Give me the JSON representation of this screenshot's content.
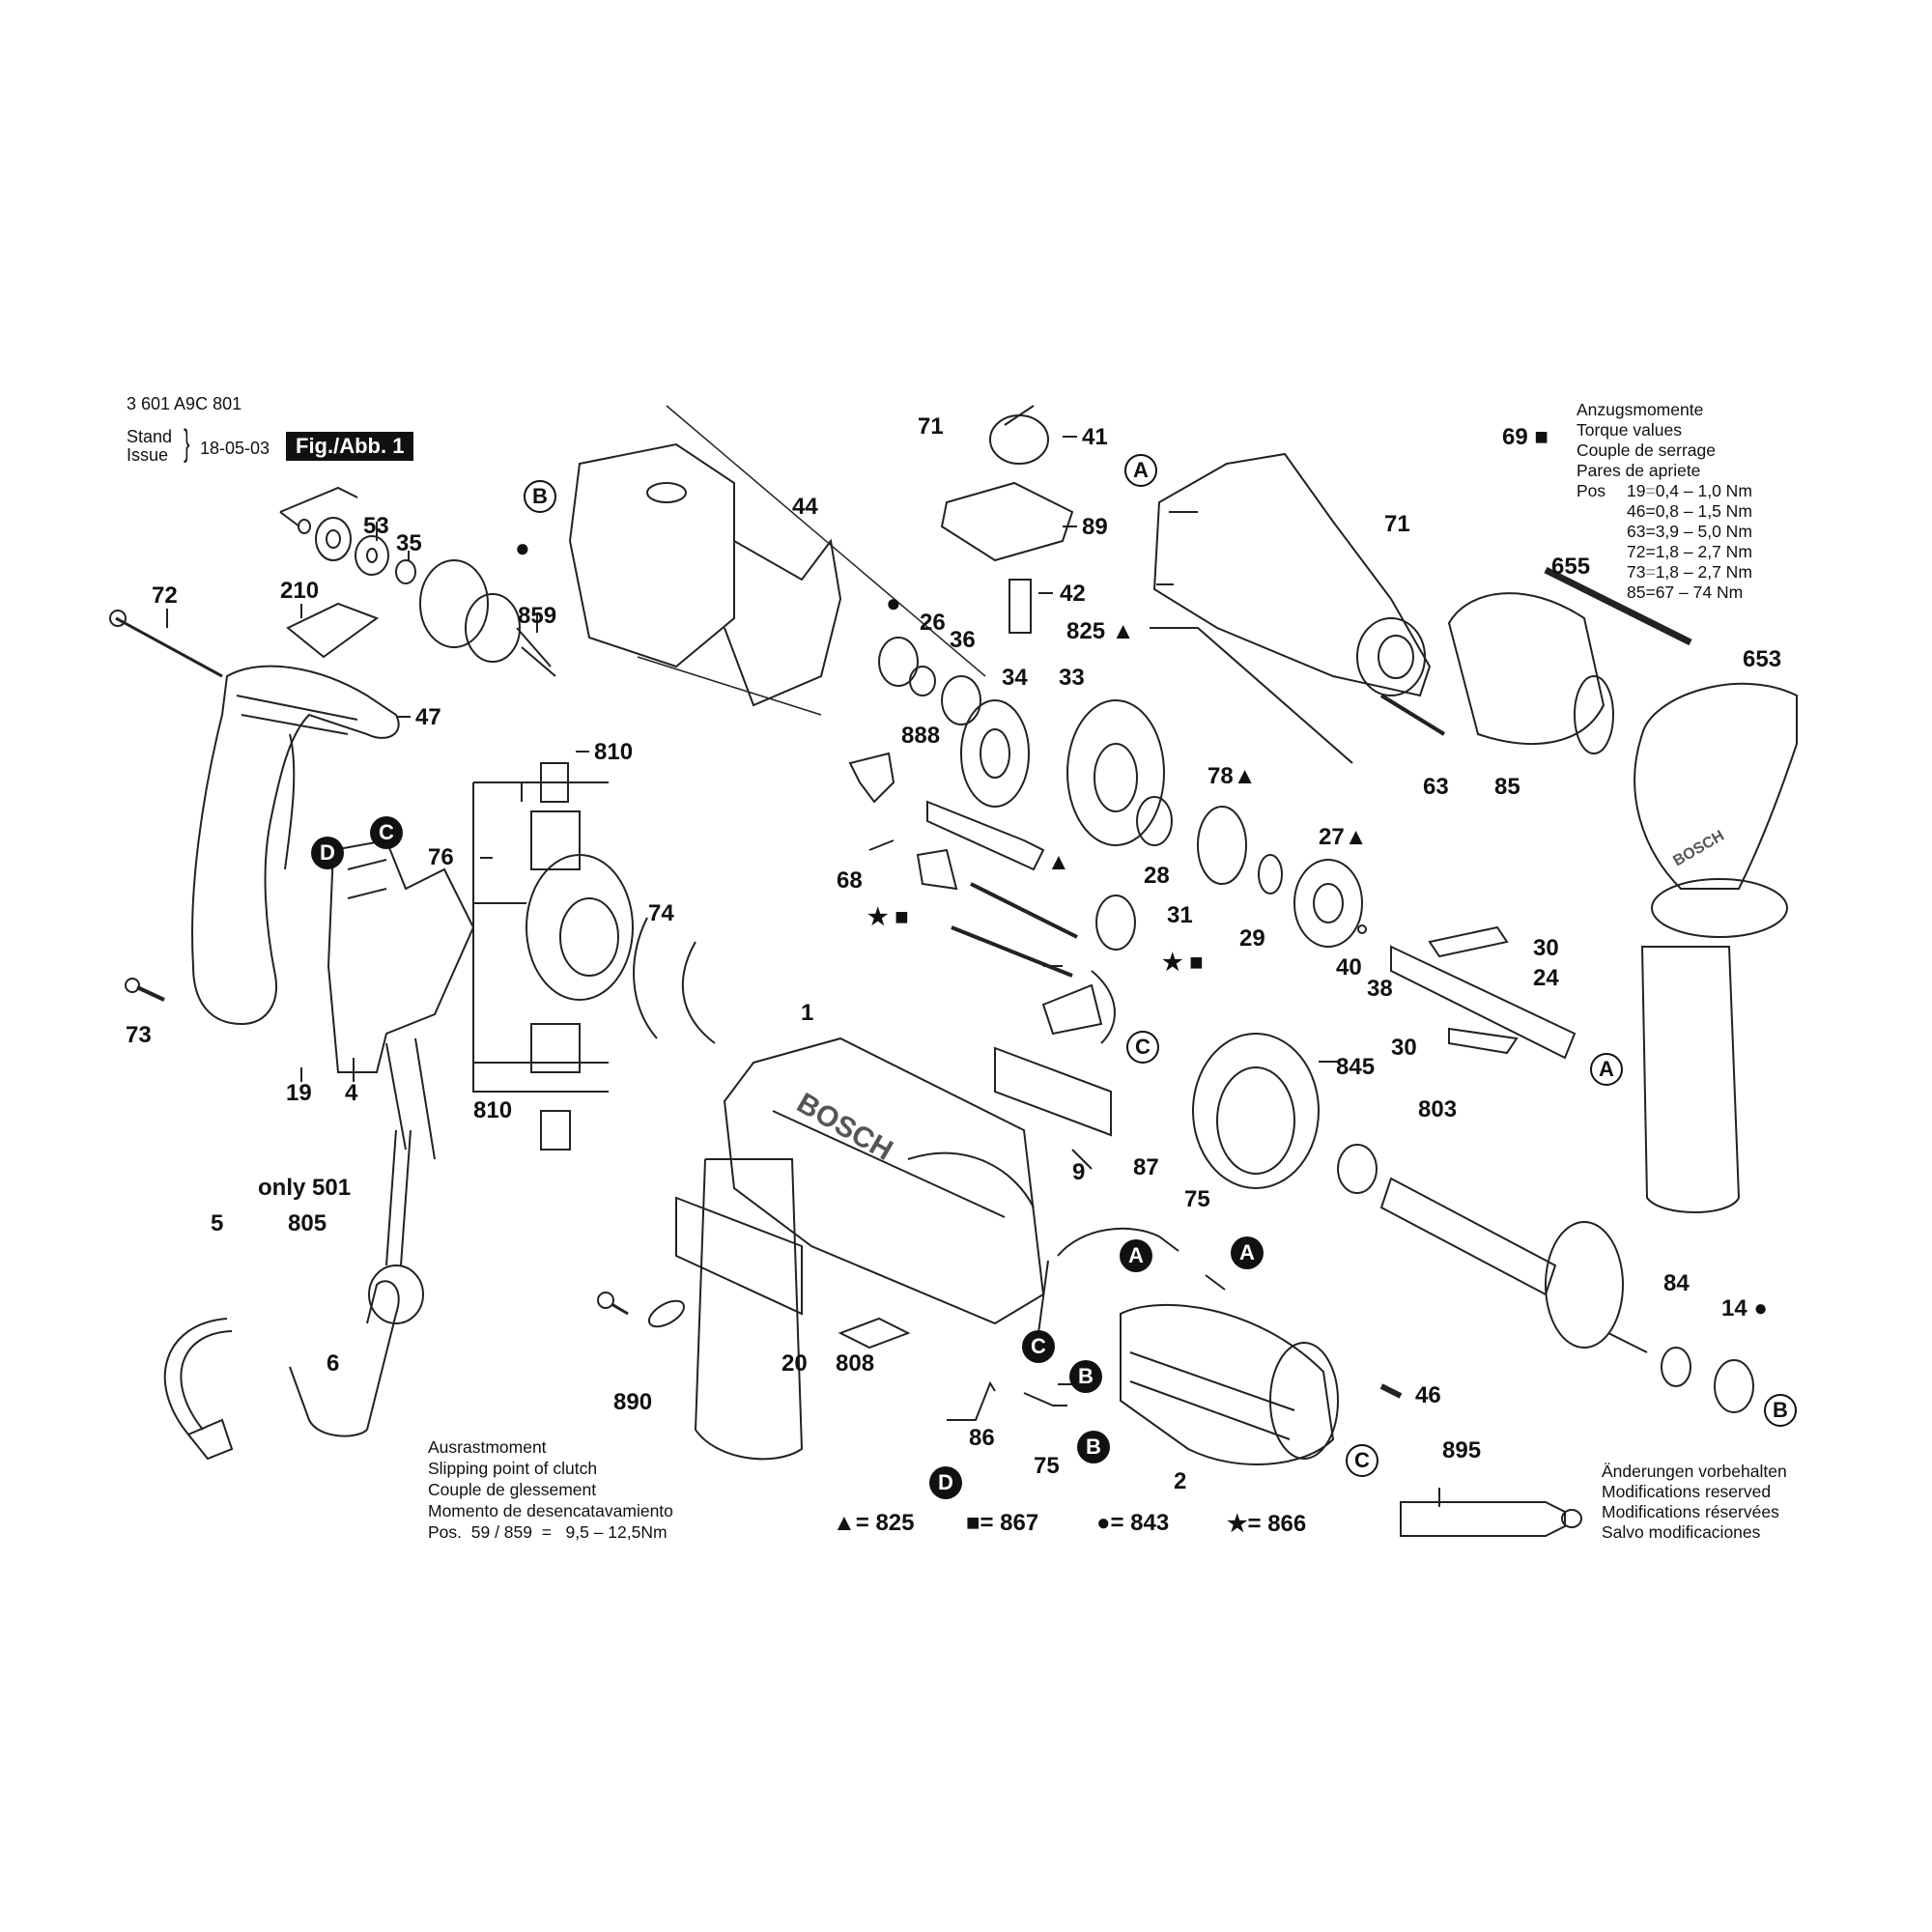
{
  "header": {
    "part_number": "3 601 A9C 801",
    "stand_label": "Stand",
    "issue_label": "Issue",
    "date": "18-05-03",
    "figure": "Fig./Abb. 1"
  },
  "torque": {
    "title_lines": [
      "Anzugsmomente",
      "Torque values",
      "Couple de serrage",
      "Pares de apriete"
    ],
    "pos_label": "Pos",
    "rows": [
      {
        "pos": "19",
        "eq": "=",
        "range": "0,4 – 1,0 Nm"
      },
      {
        "pos": "46",
        "eq": "=",
        "range": "0,8 – 1,5 Nm"
      },
      {
        "pos": "63",
        "eq": "=",
        "range": "3,9 – 5,0 Nm"
      },
      {
        "pos": "72",
        "eq": "=",
        "range": "1,8 – 2,7 Nm"
      },
      {
        "pos": "73",
        "eq": "=",
        "range": "1,8 – 2,7 Nm"
      },
      {
        "pos": "85",
        "eq": "=",
        "range": "67 – 74 Nm"
      }
    ]
  },
  "clutch": {
    "lines": [
      "Ausrastmoment",
      "Slipping point of clutch",
      "Couple de glessement",
      "Momento de desencatavamiento"
    ],
    "pos_line": "Pos.  59 / 859  =   9,5 – 12,5Nm"
  },
  "legend": [
    {
      "symbol": "▲",
      "value": "= 825"
    },
    {
      "symbol": "■",
      "value": "= 867"
    },
    {
      "symbol": "●",
      "value": "= 843"
    },
    {
      "symbol": "★",
      "value": "= 866"
    }
  ],
  "notice": [
    "Änderungen vorbehalten",
    "Modifications reserved",
    "Modifications réservées",
    "Salvo modificaciones"
  ],
  "only_note": "only 501",
  "brand_text": "BOSCH",
  "part_labels": {
    "p72": "72",
    "p210": "210",
    "p53": "53",
    "p35": "35",
    "p859": "859",
    "p47": "47",
    "p73": "73",
    "p19": "19",
    "p4": "4",
    "p810a": "810",
    "p810b": "810",
    "p76": "76",
    "p74": "74",
    "p44": "44",
    "p26": "26",
    "p36": "36",
    "p34": "34",
    "p33": "33",
    "p888": "888",
    "p68": "68",
    "p68sym": "★ ■",
    "p71a": "71",
    "p41": "41",
    "p89": "89",
    "p42": "42",
    "p825": "825 ▲",
    "p69": "69 ■",
    "p71b": "71",
    "p655": "655",
    "p653": "653",
    "p63": "63",
    "p85": "85",
    "p78": "78▲",
    "p27": "27▲",
    "p28": "28",
    "p29": "29",
    "p31": "31",
    "p40": "40",
    "p38": "38",
    "p30a": "30",
    "p24": "24",
    "p30b": "30",
    "p845": "845",
    "p803": "803",
    "p1": "1",
    "p9": "9",
    "p87": "87",
    "p75a": "75",
    "p20": "20",
    "p808": "808",
    "p890": "890",
    "p5": "5",
    "p805": "805",
    "p6": "6",
    "p86": "86",
    "p75b": "75",
    "p2": "2",
    "p46": "46",
    "p84": "84",
    "p14": "14 ●",
    "p895": "895",
    "rod_tri": "▲",
    "fork_sym": "★ ■"
  },
  "callouts": {
    "B_top": "B",
    "C_switch": "C",
    "D_switch": "D",
    "A_housing": "A",
    "A_shaft": "A",
    "C_845": "C",
    "A_75": "A",
    "A_stator": "A",
    "C_87": "C",
    "B_stator": "B",
    "B_75": "B",
    "D_86": "D",
    "C_stator": "C",
    "B_bearing": "B"
  }
}
